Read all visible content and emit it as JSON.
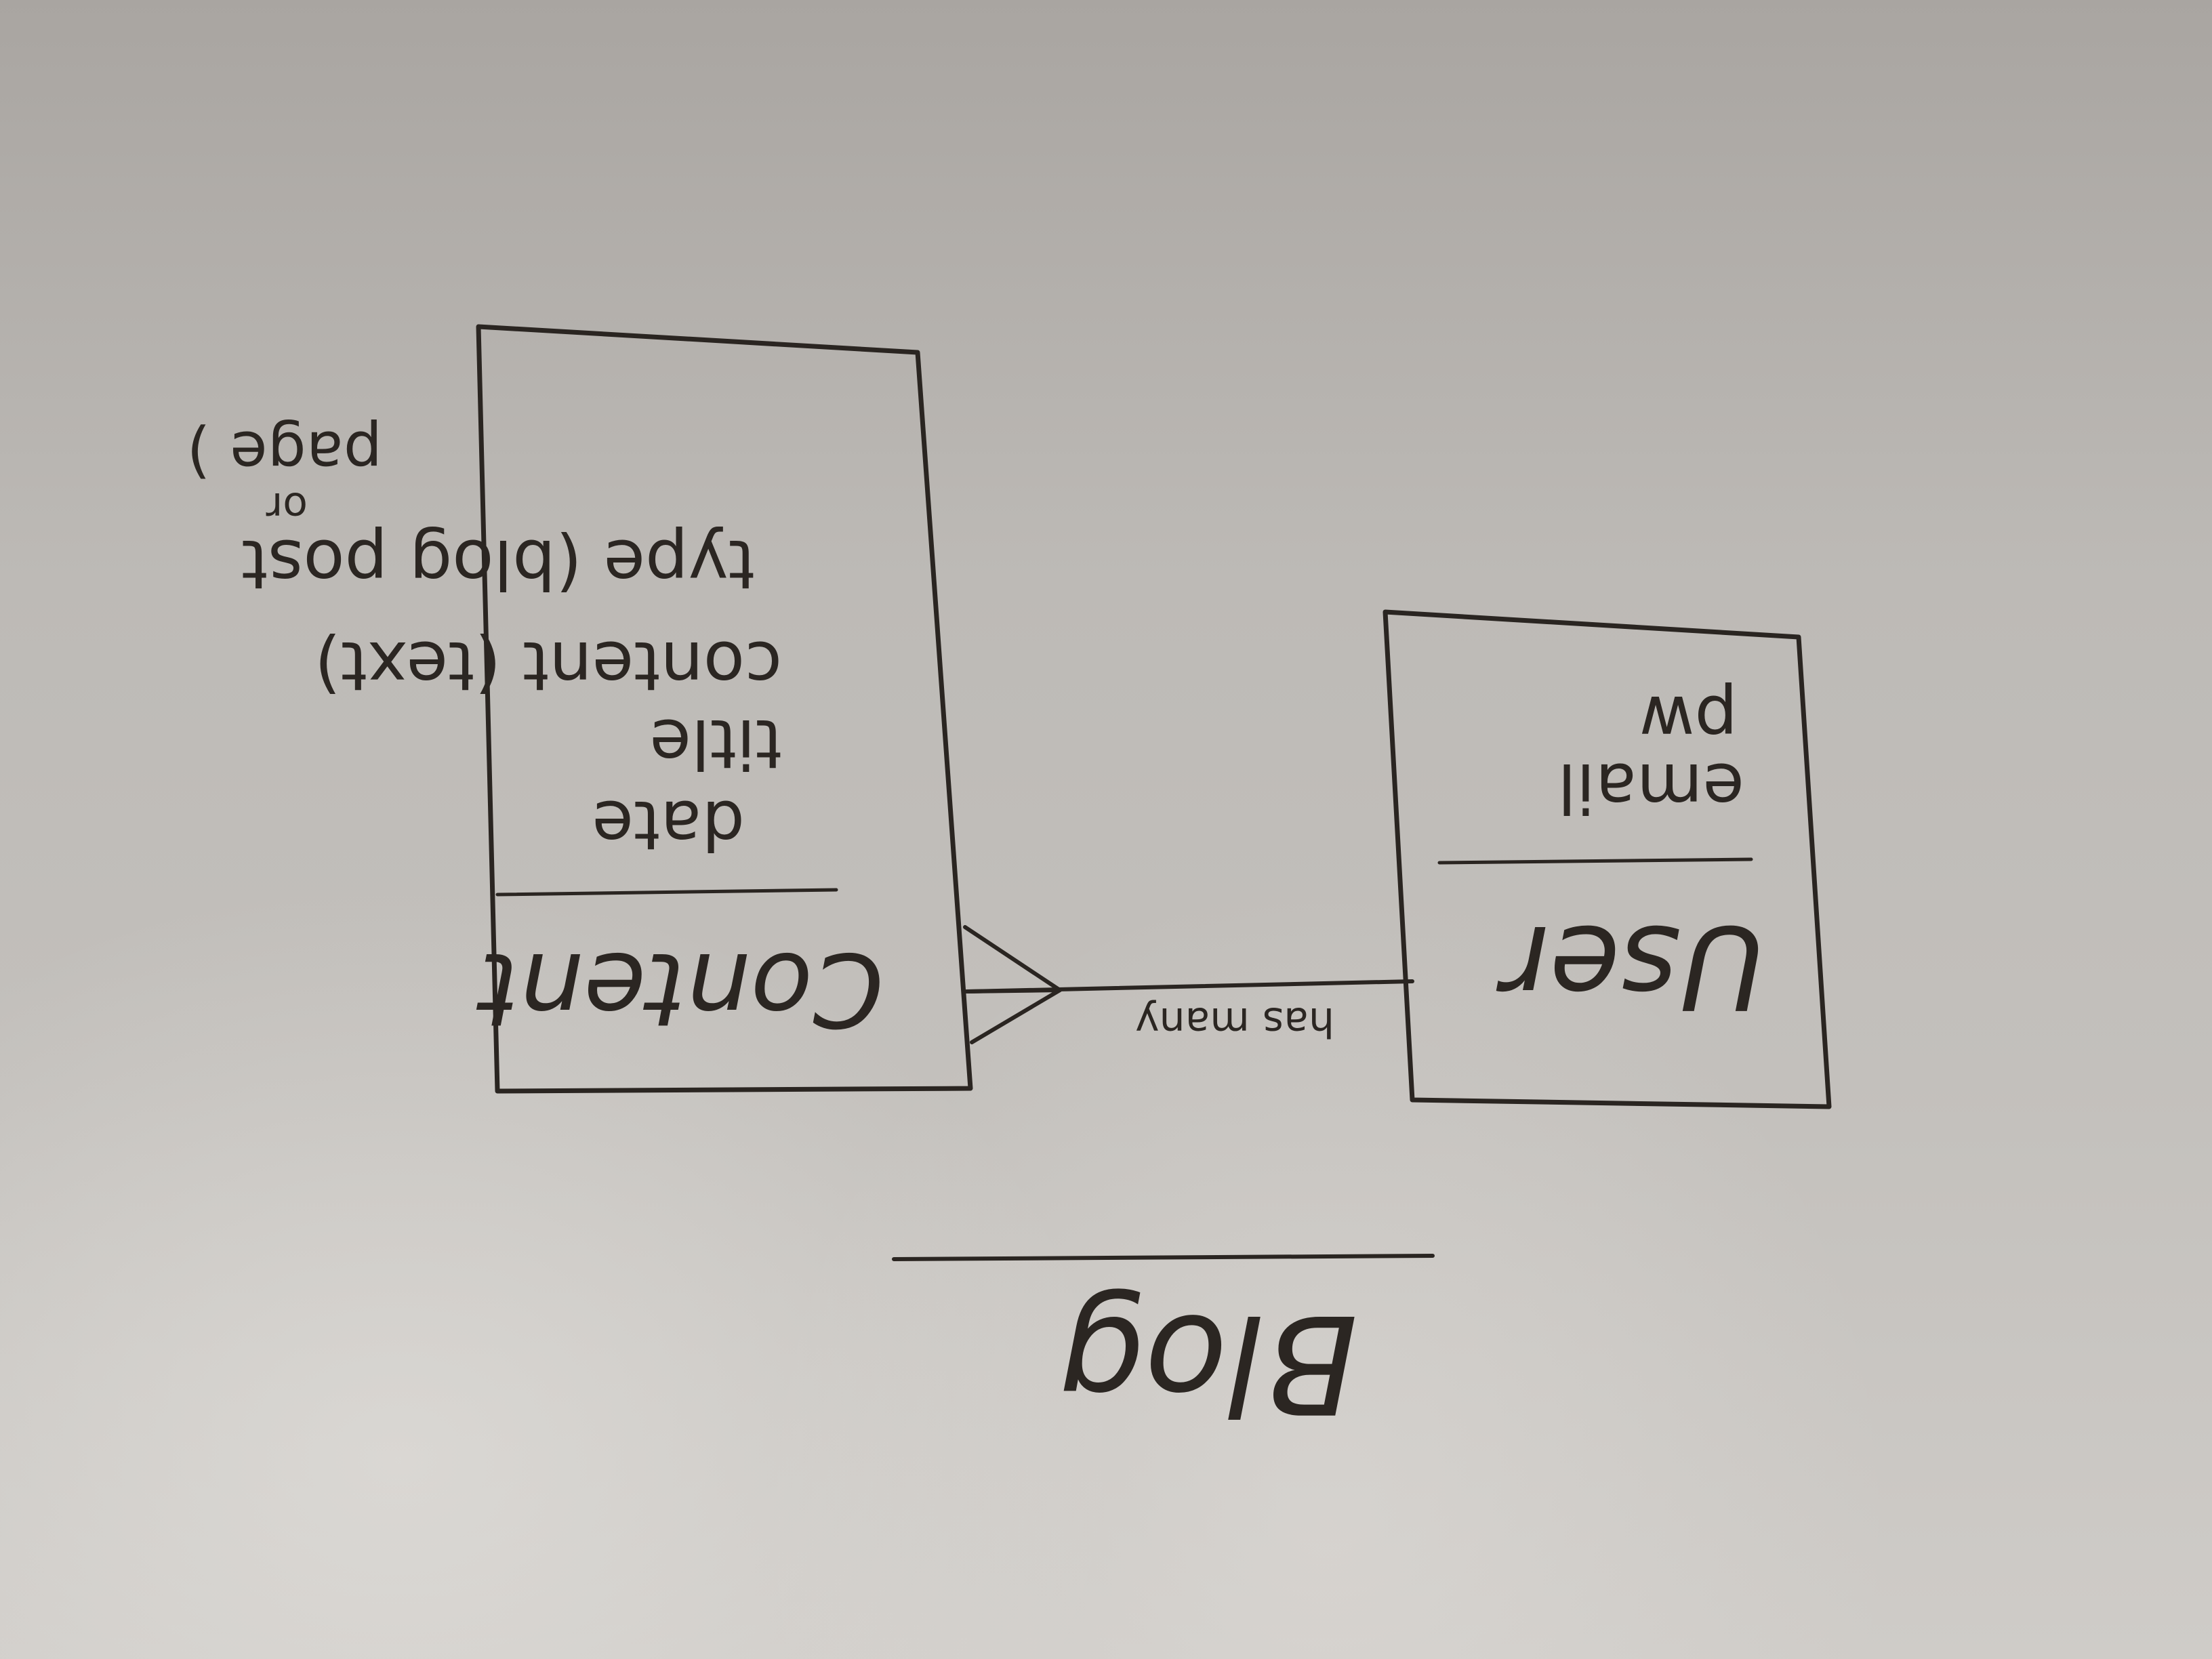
{
  "diagram": {
    "title": "Blog",
    "entities": [
      {
        "name": "Content",
        "attributes": [
          "date",
          "title",
          "content (text)",
          "type (blog post",
          "or",
          "page )"
        ]
      },
      {
        "name": "User",
        "attributes": [
          "email",
          "pw"
        ]
      }
    ],
    "relationship": {
      "label": "has many",
      "from": "User",
      "to": "Content",
      "cardinality": "one-to-many"
    }
  },
  "colors": {
    "ink": "#2a2521",
    "board": "#c0bdb9"
  }
}
